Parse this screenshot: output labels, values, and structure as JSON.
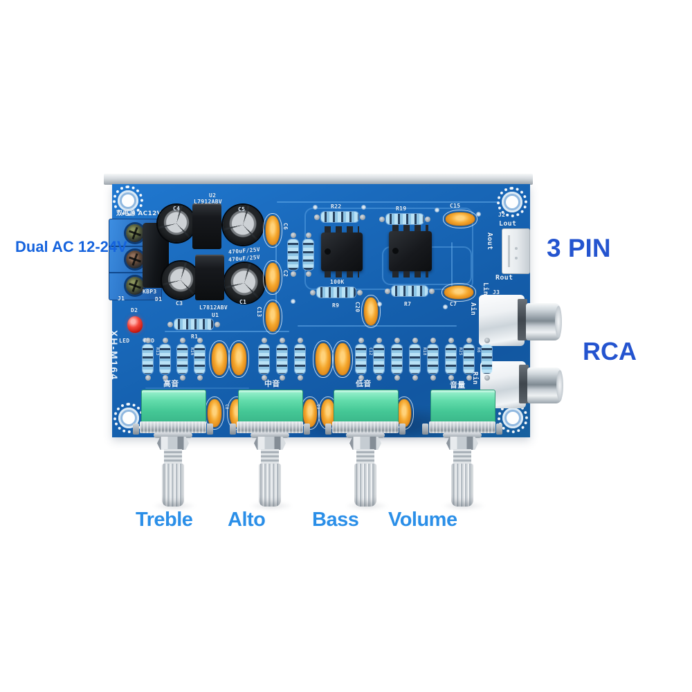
{
  "annotations": {
    "power": {
      "text": "Dual AC 12-24V",
      "color": "#1563dd"
    },
    "pin3": {
      "text": "3 PIN",
      "color": "#2454cf"
    },
    "rca": {
      "text": "RCA",
      "color": "#2454cf"
    },
    "pot_labels": [
      "Treble",
      "Alto",
      "Bass",
      "Volume"
    ],
    "pot_label_color": "#2b8fe8"
  },
  "board": {
    "model": "XH-M164",
    "colors": {
      "pcb_blue": "#1566b4",
      "silkscreen_white": "#e9f3fc",
      "pot_body_green": "#4ccf9e",
      "capacitor_orange": "#f2a432",
      "led_red": "#e53228",
      "board_edge_silver": "#c9ced3"
    },
    "silkscreen": {
      "power_input": "双电源 AC12V",
      "j1": "J1",
      "kbp3": "KBP3",
      "d1": "D1",
      "d2": "D2",
      "led": "LED",
      "red": "RED",
      "r1": "R1",
      "u2": "U2",
      "u2_part": "L7912ABV",
      "u1": "U1",
      "u1_part": "L7812ABV",
      "cap_rating_top": "470uF/25V",
      "cap_rating_bottom": "470uF/25V",
      "c4": "C4",
      "c5": "C5",
      "c3": "C3",
      "c1": "C1",
      "c6": "C6",
      "c2": "C2",
      "c13": "C13",
      "r22": "R22",
      "r19": "R19",
      "c15": "C15",
      "r9_value": "100K",
      "r9": "R9",
      "r7": "R7",
      "c7": "C7",
      "c20": "C20",
      "j2": "J2",
      "lout": "Lout",
      "aout": "Aout",
      "rout": "Rout",
      "j3": "J3",
      "lin": "Lin",
      "ain": "Ain",
      "rin": "Rin",
      "c8": "C8",
      "c16": "C16",
      "c9": "C9",
      "c17": "C17",
      "pot_cn": [
        "高音",
        "中音",
        "低音",
        "音量"
      ],
      "mid_refs": [
        "R13",
        "R16",
        "C12",
        "R18",
        "R25",
        "R6"
      ]
    }
  }
}
